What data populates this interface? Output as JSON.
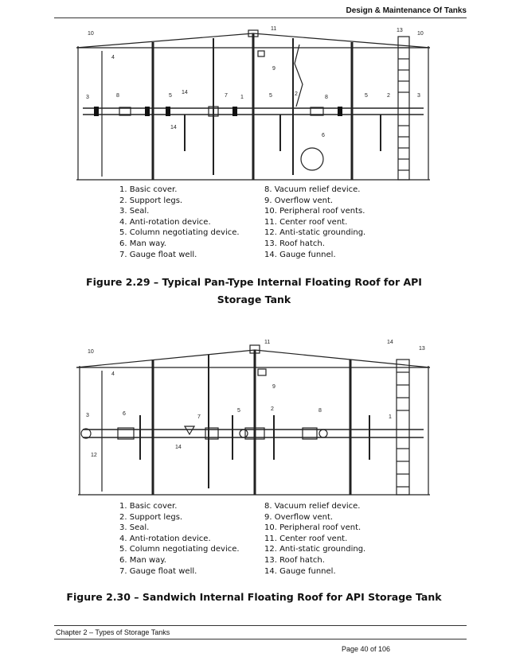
{
  "header": {
    "title": "Design & Maintenance Of Tanks"
  },
  "figure1": {
    "caption_line1": "Figure 2.29 – Typical Pan-Type Internal Floating Roof for API",
    "caption_line2": "Storage Tank",
    "callouts": [
      "1",
      "2",
      "3",
      "4",
      "5",
      "6",
      "7",
      "8",
      "9",
      "10",
      "11",
      "13",
      "14"
    ],
    "legend_left": [
      "1.  Basic cover.",
      "2.  Support legs.",
      "3.  Seal.",
      "4.  Anti-rotation device.",
      "5.  Column negotiating device.",
      "6.  Man way.",
      "7.  Gauge float well."
    ],
    "legend_right": [
      "8.  Vacuum relief device.",
      "9.  Overflow vent.",
      "10. Peripheral roof vents.",
      "11. Center roof vent.",
      "12. Anti-static grounding.",
      "13. Roof hatch.",
      "14. Gauge funnel."
    ]
  },
  "figure2": {
    "caption": "Figure 2.30 – Sandwich Internal Floating Roof for API Storage Tank",
    "callouts": [
      "1",
      "2",
      "3",
      "4",
      "5",
      "6",
      "7",
      "8",
      "9",
      "10",
      "11",
      "12",
      "13",
      "14"
    ],
    "legend_left": [
      "1.  Basic cover.",
      "2.  Support legs.",
      "3.  Seal.",
      "4.  Anti-rotation device.",
      "5.  Column negotiating device.",
      "6.  Man way.",
      "7.  Gauge float well."
    ],
    "legend_right": [
      "8.  Vacuum relief device.",
      "9.  Overflow vent.",
      "10. Peripheral roof vent.",
      "11. Center roof vent.",
      "12. Anti-static grounding.",
      "13. Roof hatch.",
      "14. Gauge funnel."
    ]
  },
  "footer": {
    "chapter": "Chapter 2 – Types of Storage Tanks",
    "page": "Page 40 of 106"
  }
}
